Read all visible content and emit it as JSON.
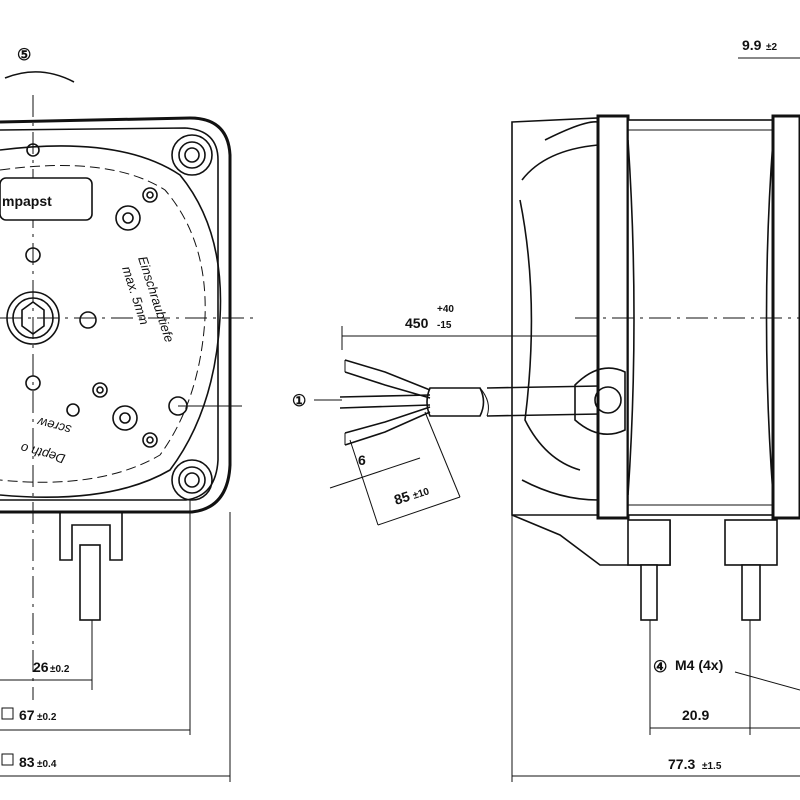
{
  "front_view": {
    "callout_5": "⑤",
    "brand": "mpapst",
    "depth_text_line1": "Einschraubtiefe",
    "depth_text_line2": "max. 5mm",
    "depth_text_en_line1": "Depth o",
    "depth_text_en_line2": "screw",
    "dim_26_main": "26",
    "dim_26_tol": "±0.2",
    "dim_67_main": "67",
    "dim_67_tol": "±0.2",
    "dim_83_main": "83",
    "dim_83_tol": "±0.4"
  },
  "cable": {
    "callout_1": "①",
    "length_main": "450",
    "length_tol_upper": "+40",
    "length_tol_lower": "-15",
    "strip_length": "6",
    "lead_main": "85",
    "lead_tol": "±10"
  },
  "side_view": {
    "dim_top_main": "9.9",
    "dim_top_tol": "±2",
    "callout_4": "④",
    "thread_label": "M4 (4x)",
    "dim_20_9": "20.9",
    "dim_77_main": "77.3",
    "dim_77_tol": "±1.5"
  }
}
